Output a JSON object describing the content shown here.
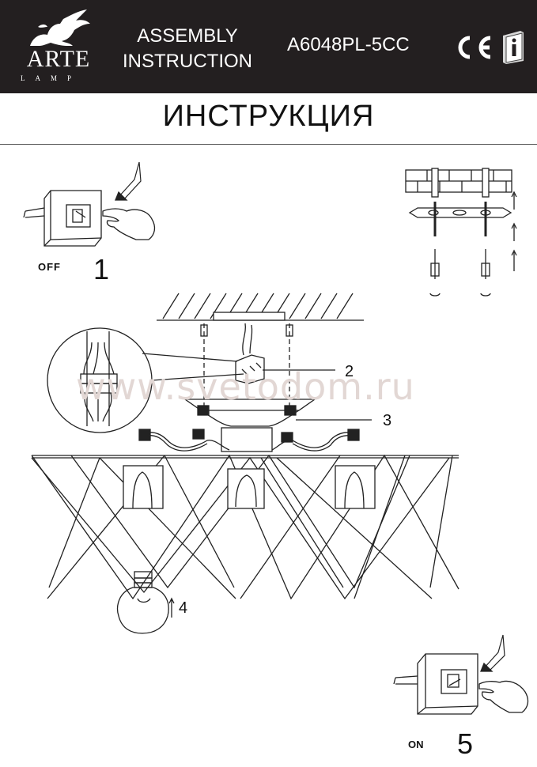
{
  "header": {
    "brand": "ARTE",
    "brand_sub": "LAMP",
    "doc_type_line1": "ASSEMBLY",
    "doc_type_line2": "INSTRUCTION",
    "model": "A6048PL-5CC",
    "cert_mark": "CE",
    "info_icon": "info-book-icon",
    "bg_color": "#231f20"
  },
  "title": "ИНСТРУКЦИЯ",
  "steps": {
    "step1_label": "OFF",
    "step1_number": "1",
    "callout2": "2",
    "callout3": "3",
    "callout4": "4",
    "step5_label": "ON",
    "step5_number": "5"
  },
  "watermark": "www.svetodom.ru"
}
